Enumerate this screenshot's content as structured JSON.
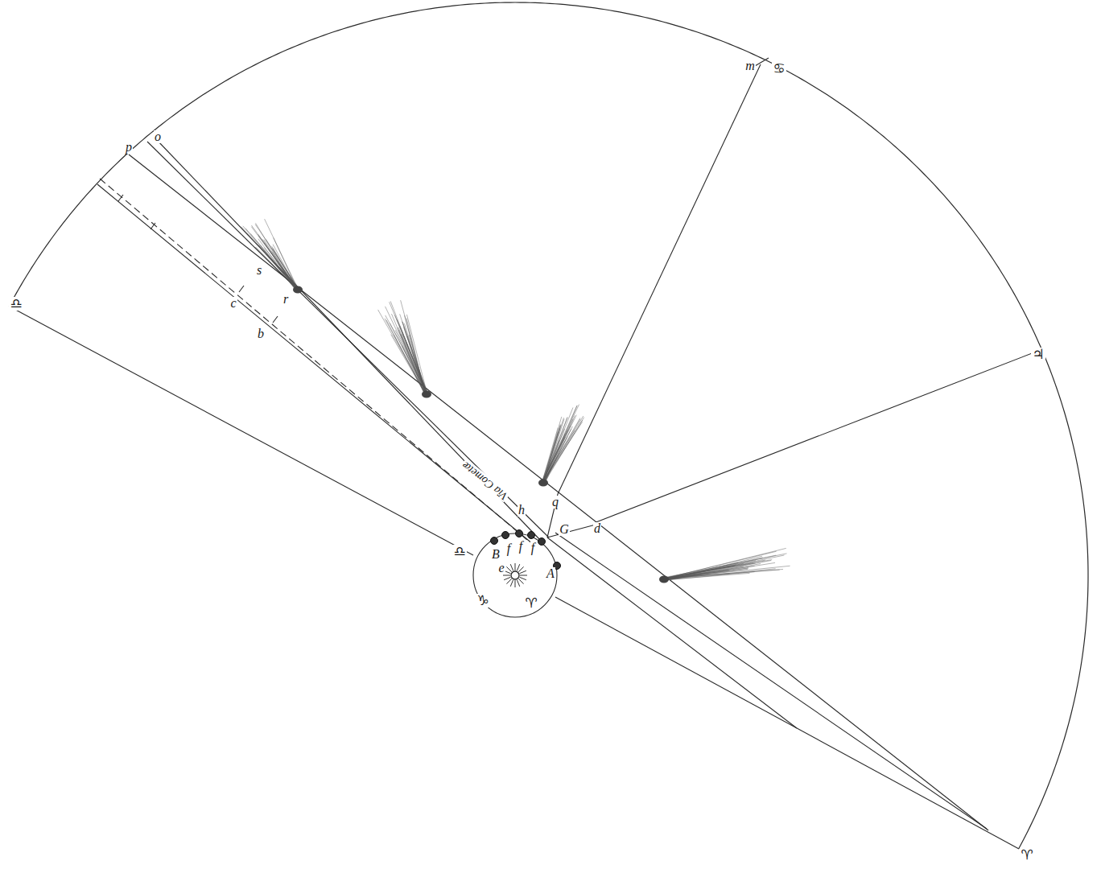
{
  "diagram": {
    "labels": [
      "p",
      "o",
      "s",
      "r",
      "c",
      "b",
      "h",
      "Via Cometæ",
      "q",
      "G",
      "d",
      "m",
      "♋",
      "♃",
      "♎",
      "♎",
      "e",
      "B",
      "f",
      "f",
      "f",
      "A",
      "♈",
      "♑",
      "♈"
    ]
  }
}
